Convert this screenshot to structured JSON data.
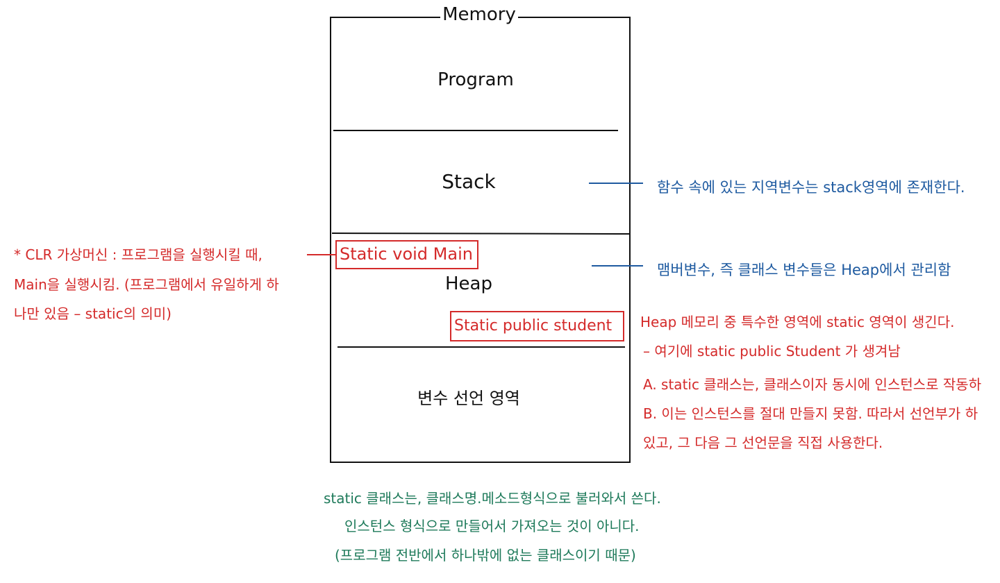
{
  "memory": {
    "title": "Memory",
    "regions": {
      "program": "Program",
      "stack": "Stack",
      "heap": "Heap",
      "declaration": "변수 선언 영역"
    },
    "boxes": {
      "static_main": "Static void Main",
      "static_student": "Static public student"
    }
  },
  "annotations": {
    "stack_note": "함수 속에 있는 지역변수는 stack영역에 존재한다.",
    "heap_note": "맴버변수, 즉 클래스 변수들은 Heap에서 관리함",
    "clr_note": [
      "* CLR 가상머신 : 프로그램을 실행시킬 때,",
      "Main을 실행시킴. (프로그램에서 유일하게 하",
      "나만 있음 – static의 의미)"
    ],
    "heap_static_note": [
      "Heap 메모리 중 특수한 영역에 static 영역이 생긴다.",
      "– 여기에 static public Student 가 생겨남",
      "A. static 클래스는, 클래스이자 동시에 인스턴스로 작동하",
      "B. 이는 인스턴스를 절대 만들지 못함. 따라서 선언부가 하",
      "있고, 그 다음 그 선언문을 직접 사용한다."
    ],
    "bottom_note": [
      "static 클래스는, 클래스명.메소드형식으로 불러와서 쓴다.",
      "인스턴스 형식으로 만들어서 가져오는 것이 아니다.",
      "(프로그램 전반에서 하나밖에 없는 클래스이기 때문)"
    ]
  },
  "colors": {
    "blue": "#1e5aa0",
    "red": "#d42a2a",
    "green": "#1e7a5a",
    "ink": "#111111"
  }
}
